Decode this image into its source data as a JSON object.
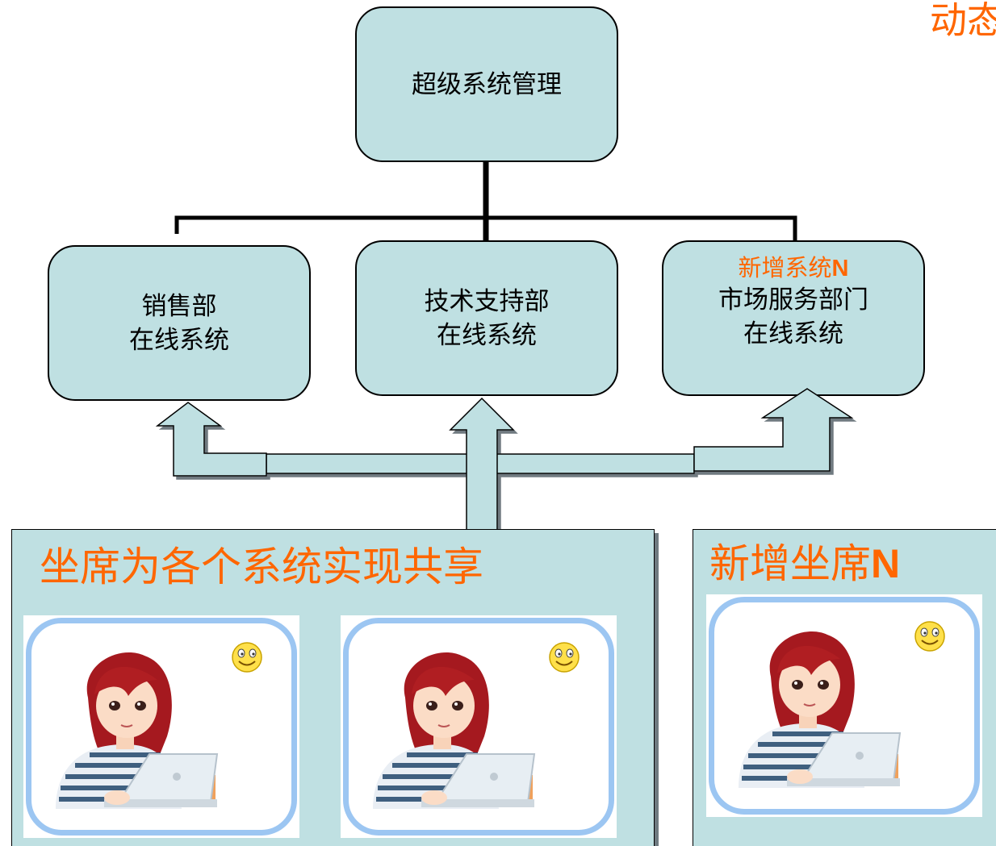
{
  "corner_label": "动态",
  "top_box": {
    "label": "超级系统管理"
  },
  "systems": [
    {
      "line1": "销售部",
      "line2": "在线系统"
    },
    {
      "line1": "技术支持部",
      "line2": "在线系统"
    },
    {
      "badge": "新增系统",
      "badge_suffix": "N",
      "line1": "市场服务部门",
      "line2": "在线系统"
    }
  ],
  "shared_panel": {
    "title": "坐席为各个系统实现共享",
    "agent_count": 2
  },
  "new_panel": {
    "title": "新增坐席",
    "title_suffix": "N",
    "agent_count": 1
  },
  "colors": {
    "box_fill": "#bfe0e2",
    "highlight": "#ff6600",
    "card_border": "#9cc6f2"
  },
  "icons": [
    "smiley-icon",
    "agent-illustration"
  ]
}
